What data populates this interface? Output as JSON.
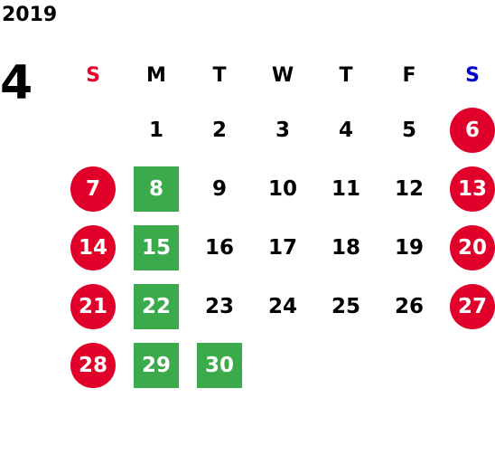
{
  "calendar": {
    "year": "2019",
    "month": "4",
    "weekdays": [
      {
        "label": "S",
        "color": "#e0002a"
      },
      {
        "label": "M",
        "color": "#000000"
      },
      {
        "label": "T",
        "color": "#000000"
      },
      {
        "label": "W",
        "color": "#000000"
      },
      {
        "label": "T",
        "color": "#000000"
      },
      {
        "label": "F",
        "color": "#000000"
      },
      {
        "label": "S",
        "color": "#0000cc"
      }
    ],
    "colors": {
      "holiday": "#e0002a",
      "special": "#3aaa4a"
    },
    "weeks": [
      [
        {
          "day": "",
          "style": "empty"
        },
        {
          "day": "1",
          "style": "normal"
        },
        {
          "day": "2",
          "style": "normal"
        },
        {
          "day": "3",
          "style": "normal"
        },
        {
          "day": "4",
          "style": "normal"
        },
        {
          "day": "5",
          "style": "normal"
        },
        {
          "day": "6",
          "style": "holiday"
        }
      ],
      [
        {
          "day": "7",
          "style": "holiday"
        },
        {
          "day": "8",
          "style": "special"
        },
        {
          "day": "9",
          "style": "normal"
        },
        {
          "day": "10",
          "style": "normal"
        },
        {
          "day": "11",
          "style": "normal"
        },
        {
          "day": "12",
          "style": "normal"
        },
        {
          "day": "13",
          "style": "holiday"
        }
      ],
      [
        {
          "day": "14",
          "style": "holiday"
        },
        {
          "day": "15",
          "style": "special"
        },
        {
          "day": "16",
          "style": "normal"
        },
        {
          "day": "17",
          "style": "normal"
        },
        {
          "day": "18",
          "style": "normal"
        },
        {
          "day": "19",
          "style": "normal"
        },
        {
          "day": "20",
          "style": "holiday"
        }
      ],
      [
        {
          "day": "21",
          "style": "holiday"
        },
        {
          "day": "22",
          "style": "special"
        },
        {
          "day": "23",
          "style": "normal"
        },
        {
          "day": "24",
          "style": "normal"
        },
        {
          "day": "25",
          "style": "normal"
        },
        {
          "day": "26",
          "style": "normal"
        },
        {
          "day": "27",
          "style": "holiday"
        }
      ],
      [
        {
          "day": "28",
          "style": "holiday"
        },
        {
          "day": "29",
          "style": "special"
        },
        {
          "day": "30",
          "style": "special"
        },
        {
          "day": "",
          "style": "empty"
        },
        {
          "day": "",
          "style": "empty"
        },
        {
          "day": "",
          "style": "empty"
        },
        {
          "day": "",
          "style": "empty"
        }
      ]
    ]
  }
}
